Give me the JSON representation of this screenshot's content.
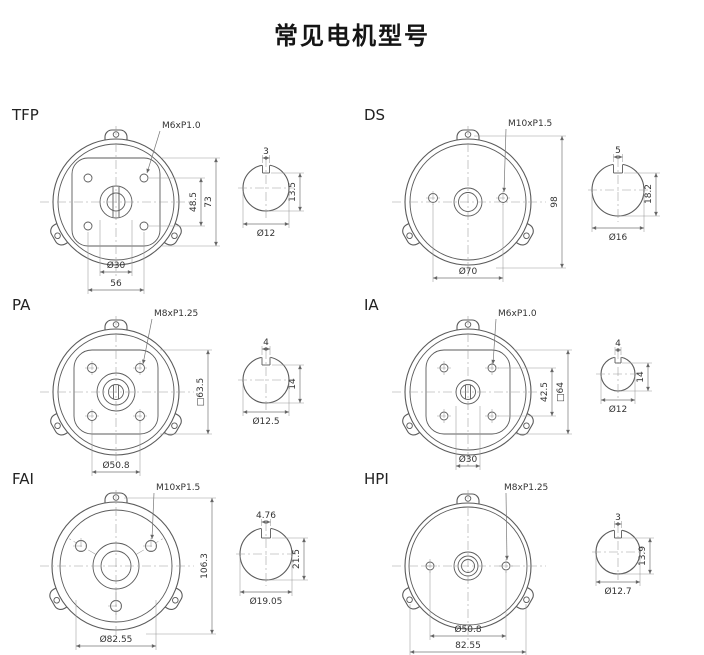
{
  "title": "常见电机型号",
  "motors": [
    {
      "model": "TFP",
      "thread_spec": "M6xP1.0",
      "flange_dims": {
        "v1": "48.5",
        "v2": "73",
        "h1": "Ø30",
        "h2": "56"
      },
      "shaft_dims": {
        "key_width": "3",
        "key_depth_height": "13.5",
        "diameter": "Ø12"
      }
    },
    {
      "model": "DS",
      "thread_spec": "M10xP1.5",
      "flange_dims": {
        "v1": "98",
        "h1": "Ø70"
      },
      "shaft_dims": {
        "key_width": "5",
        "key_depth_height": "18.2",
        "diameter": "Ø16"
      }
    },
    {
      "model": "PA",
      "thread_spec": "M8xP1.25",
      "flange_dims": {
        "v1": "□63.5",
        "h1": "Ø50.8"
      },
      "shaft_dims": {
        "key_width": "4",
        "key_depth_height": "14",
        "diameter": "Ø12.5"
      }
    },
    {
      "model": "IA",
      "thread_spec": "M6xP1.0",
      "flange_dims": {
        "v1": "42.5",
        "v2": "□64",
        "h1": "Ø30"
      },
      "shaft_dims": {
        "key_width": "4",
        "key_depth_height": "14",
        "diameter": "Ø12"
      }
    },
    {
      "model": "FAI",
      "thread_spec": "M10xP1.5",
      "flange_dims": {
        "v1": "106.3",
        "h1": "Ø82.55"
      },
      "shaft_dims": {
        "key_width": "4.76",
        "key_depth_height": "21.5",
        "diameter": "Ø19.05"
      }
    },
    {
      "model": "HPI",
      "thread_spec": "M8xP1.25",
      "flange_dims": {
        "h1": "Ø50.8",
        "h2": "82.55"
      },
      "shaft_dims": {
        "key_width": "3",
        "key_depth_height": "13.9",
        "diameter": "Ø12.7"
      }
    }
  ]
}
